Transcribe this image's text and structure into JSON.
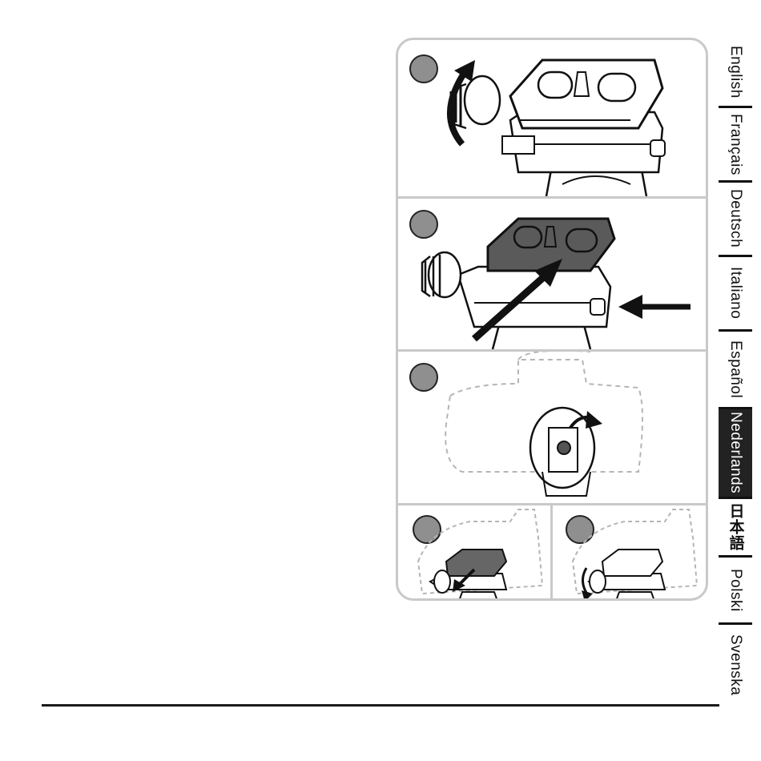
{
  "languages": {
    "items": [
      {
        "label": "English"
      },
      {
        "label": "Français"
      },
      {
        "label": "Deutsch"
      },
      {
        "label": "Italiano"
      },
      {
        "label": "Español"
      },
      {
        "label": "Nederlands",
        "active": true
      },
      {
        "label": "日本語"
      },
      {
        "label": "Polski"
      },
      {
        "label": "Svenska"
      }
    ]
  },
  "steps": [
    {
      "name": "loosen-knob",
      "icon": "step-1-loosen-knob-illustration"
    },
    {
      "name": "insert-plate",
      "icon": "step-2-insert-plate-illustration"
    },
    {
      "name": "attach-camera",
      "icon": "step-3-attach-camera-illustration"
    },
    {
      "name": "remove-plate",
      "icon": "step-4-remove-plate-illustration"
    },
    {
      "name": "tighten-knob",
      "icon": "step-5-tighten-knob-illustration"
    }
  ],
  "colors": {
    "frame": "#c9c9c9",
    "step_circle": "#8f8f8f",
    "active_tab": "#222222",
    "plate_dark": "#5a5a5a"
  }
}
